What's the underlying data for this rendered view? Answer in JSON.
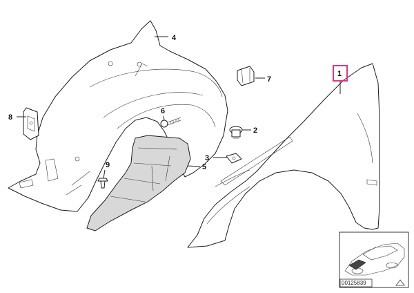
{
  "callouts": {
    "c1": "1",
    "c2": "2",
    "c3": "3",
    "c4": "4",
    "c5": "5",
    "c6": "6",
    "c7": "7",
    "c8": "8",
    "c9": "9"
  },
  "reference_number": "00125839",
  "colors": {
    "highlight": "#e0357f",
    "line": "#222222"
  }
}
